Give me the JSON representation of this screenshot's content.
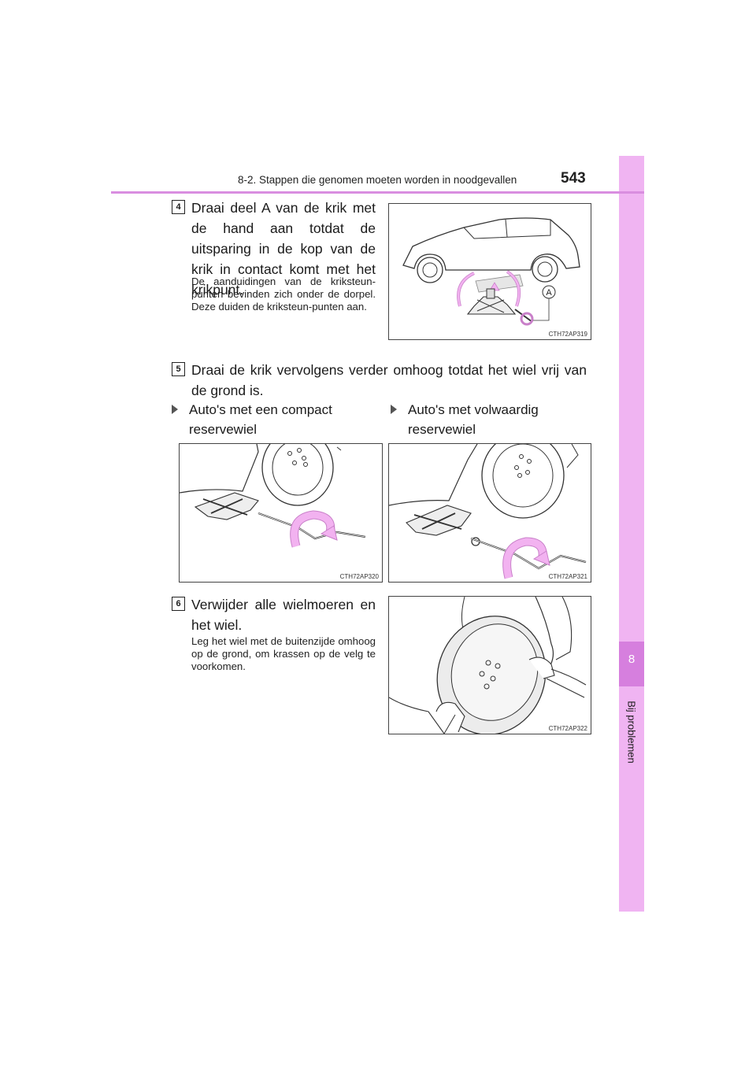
{
  "header": {
    "section_title": "8-2. Stappen die genomen moeten worden in noodgevallen",
    "page_number": "543"
  },
  "side_tab": {
    "chapter_number": "8",
    "chapter_label": "Bij problemen"
  },
  "steps": [
    {
      "number": "4",
      "text": "Draai deel A van de krik met de hand aan totdat de uitsparing in de kop van de krik in contact komt met het krikpunt.",
      "note": "De aanduidingen van de kriksteun-punten bevinden zich onder de dorpel. Deze duiden de kriksteun-punten aan.",
      "figure": {
        "code": "CTH72AP319",
        "callout": "A"
      }
    },
    {
      "number": "5",
      "text": "Draai de krik vervolgens verder omhoog totdat het wiel vrij van de grond is.",
      "variants": [
        {
          "label": "Auto's met een compact reservewiel",
          "figure_code": "CTH72AP320"
        },
        {
          "label": "Auto's met volwaardig reservewiel",
          "figure_code": "CTH72AP321"
        }
      ]
    },
    {
      "number": "6",
      "text": "Verwijder alle wielmoeren en het wiel.",
      "note": "Leg het wiel met de buitenzijde omhoog op de grond, om krassen op de velg te voorkomen.",
      "figure": {
        "code": "CTH72AP322"
      }
    }
  ],
  "colors": {
    "tab_light": "#f0b4f2",
    "tab_dark": "#d67fde",
    "rule": "#d98ee0",
    "arrow_pink": "#f2b2f0"
  }
}
